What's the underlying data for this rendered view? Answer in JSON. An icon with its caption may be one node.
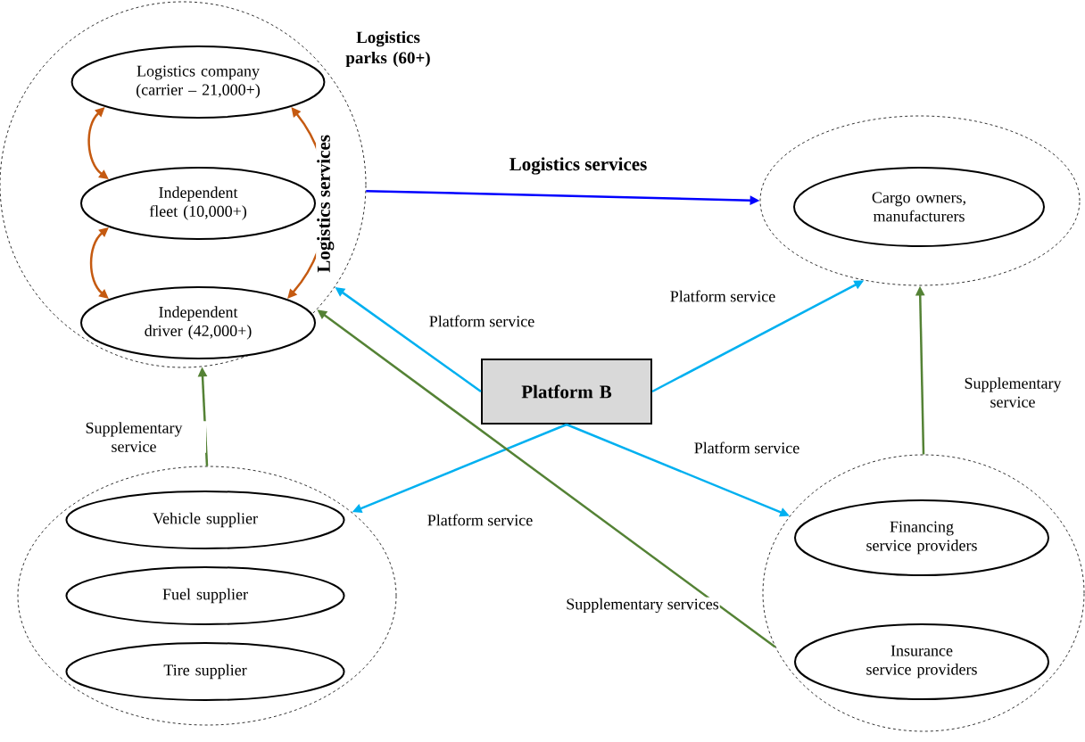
{
  "diagram": {
    "nodes": [
      {
        "text": [
          "Logistics parks (60+)"
        ]
      },
      {
        "text": [
          "Logistics company (carrier – 21,000+)"
        ],
        "in": 0
      },
      {
        "text": [
          "Independent fleet (10,000+)"
        ],
        "in": 0
      },
      {
        "text": [
          "Independent driver (42,000+)"
        ],
        "in": 0
      },
      {
        "text": [],
        "shape": "circle"
      },
      {
        "text": [
          "Cargo owners, manufacturers"
        ],
        "in": 4
      },
      {
        "text": [
          "Platform B"
        ]
      },
      {
        "text": [],
        "shape": "circle"
      },
      {
        "text": [
          "Vehicle supplier"
        ],
        "in": 7
      },
      {
        "text": [
          "Fuel supplier"
        ],
        "in": 7
      },
      {
        "text": [
          "Tire supplier"
        ],
        "in": 7
      },
      {
        "text": [],
        "shape": "circle"
      },
      {
        "text": [
          "Financing service providers"
        ],
        "in": 11
      },
      {
        "text": [
          "Insurance service providers"
        ],
        "in": 11
      }
    ],
    "edges": [
      {
        "from": 1,
        "to": 2,
        "arrow": "both",
        "color": "#c55a11"
      },
      {
        "from": 2,
        "to": 3,
        "arrow": "both",
        "color": "#c55a11"
      },
      {
        "from": 3,
        "to": 1,
        "arrow": "both",
        "color": "#c55a11",
        "label": "Logistics services"
      },
      {
        "from": 0,
        "to": 4,
        "arrow": "to",
        "color": "#0000ff",
        "label": "Logistics services"
      },
      {
        "from": 6,
        "to": 0,
        "arrow": "to",
        "label": "Platform service"
      },
      {
        "from": 6,
        "to": 4,
        "arrow": "to",
        "label": "Platform service"
      },
      {
        "from": 6,
        "to": 7,
        "arrow": "to",
        "label": "Platform service"
      },
      {
        "from": 6,
        "to": 11,
        "arrow": "to",
        "label": "Platform service"
      },
      {
        "from": 7,
        "to": 0,
        "arrow": "to",
        "color": "#548235",
        "label": "Supplementary service"
      },
      {
        "from": 11,
        "to": 4,
        "arrow": "to",
        "color": "#548235",
        "label": "Supplementary service"
      },
      {
        "from": 11,
        "to": 0,
        "arrow": "to",
        "color": "#548235",
        "label": "Supplementary services"
      }
    ]
  }
}
